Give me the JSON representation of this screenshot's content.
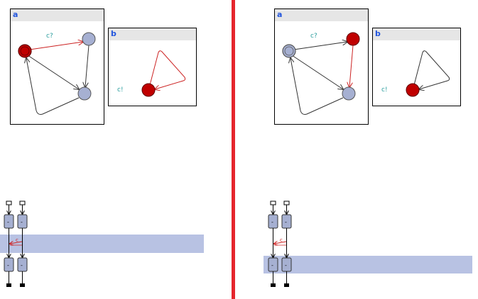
{
  "scenes": [
    {
      "id": "left",
      "process_a": {
        "title": "a",
        "label": "c?",
        "nodes": [
          {
            "id": "start",
            "fill": "#c00000",
            "stroke": "#600000",
            "double": false
          },
          {
            "id": "top-right",
            "fill": "#a6b0d2",
            "stroke": "#555555",
            "double": false
          },
          {
            "id": "bottom-right",
            "fill": "#a6b0d2",
            "stroke": "#555555",
            "double": false
          }
        ],
        "active_edge": "start-to-top-right"
      },
      "process_b": {
        "title": "b",
        "label": "c!",
        "node_fill": "#c00000",
        "loop_color": "#cc2222"
      },
      "sequence": {
        "box_labels": [
          "-",
          "-",
          "-",
          "-"
        ],
        "message_label": "c",
        "highlight_row": "upper"
      }
    },
    {
      "id": "right",
      "process_a": {
        "title": "a",
        "label": "c?",
        "nodes": [
          {
            "id": "start",
            "fill": "#a6b0d2",
            "stroke": "#555555",
            "double": true
          },
          {
            "id": "top-right",
            "fill": "#c00000",
            "stroke": "#600000",
            "double": false
          },
          {
            "id": "bottom-right",
            "fill": "#a6b0d2",
            "stroke": "#555555",
            "double": false
          }
        ],
        "active_edge": "top-right-to-bottom-right"
      },
      "process_b": {
        "title": "b",
        "label": "c!",
        "node_fill": "#c00000",
        "loop_color": "#333333"
      },
      "sequence": {
        "box_labels": [
          "-",
          "-",
          "-",
          "-"
        ],
        "message_label": "c",
        "highlight_row": "lower"
      }
    }
  ],
  "colors": {
    "divider": "#e5262d",
    "highlight_band": "#b8c2e3",
    "active_edge": "#cc2222",
    "inactive_edge": "#333333",
    "label_text": "#2a9d9d",
    "title_text": "#2255dd"
  }
}
